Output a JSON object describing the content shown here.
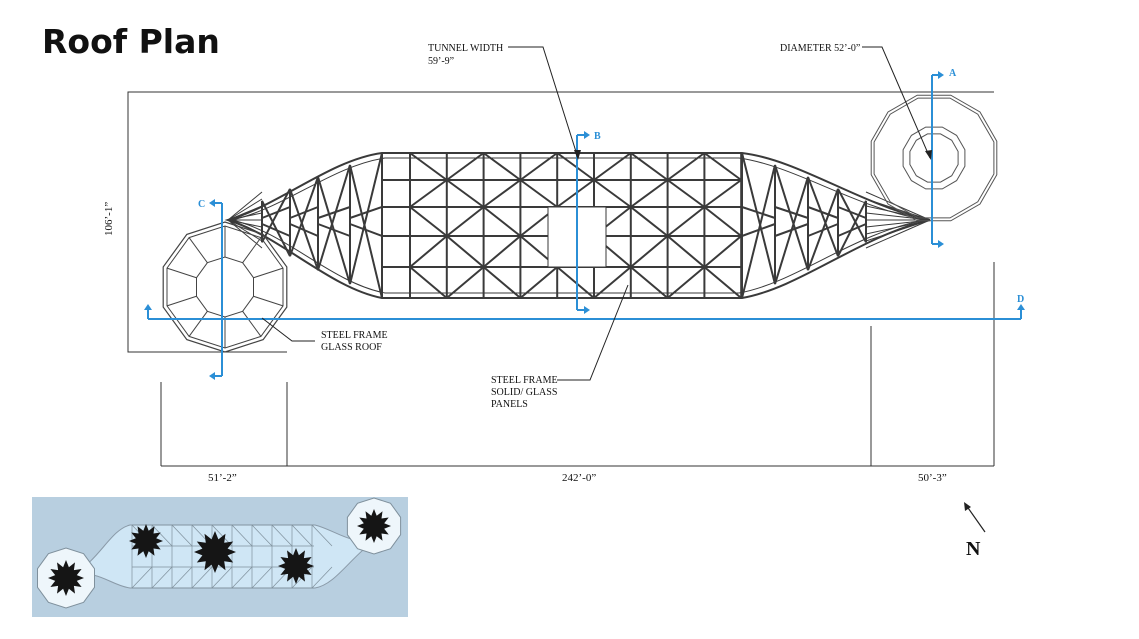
{
  "title": "Roof Plan",
  "labels": {
    "tunnel_width_line1": "TUNNEL WIDTH",
    "tunnel_width_line2": "59’-9”",
    "diameter": "DIAMETER 52’-0”",
    "steel_glass_line1": "STEEL FRAME",
    "steel_glass_line2": "GLASS ROOF",
    "steel_panels_line1": "STEEL FRAME",
    "steel_panels_line2": "SOLID/ GLASS",
    "steel_panels_line3": "PANELS"
  },
  "dimensions": {
    "height": "106’-1”",
    "left": "51’-2”",
    "middle": "242’-0”",
    "right": "50’-3”"
  },
  "sections": [
    "A",
    "B",
    "C",
    "D"
  ],
  "north": "N",
  "colors": {
    "section_line": "#2b8fd6",
    "structure": "#3a3a3a",
    "thumb_bg": "#b8cfe0",
    "thumb_glass": "#cfe6f5"
  }
}
